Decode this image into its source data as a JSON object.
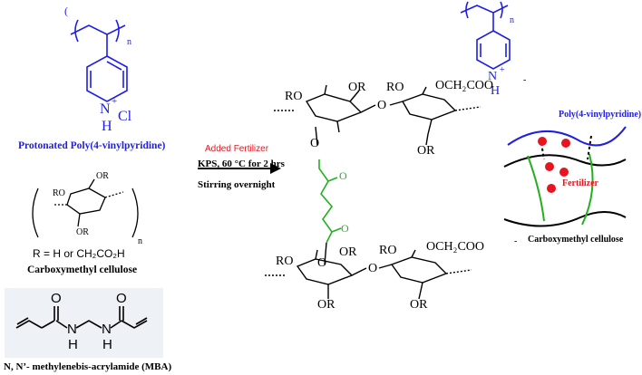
{
  "left": {
    "p4vp_label": "Protonated Poly(4-vinylpyridine)",
    "n_plus": "N",
    "h_atom": "H",
    "cl": "Cl",
    "sub_n": "n",
    "ro_1": "RO",
    "or_1": "OR",
    "or_2": "OR",
    "r_def": "R = H  or  CH₂CO₂H",
    "cmc_label": "Carboxymethyl cellulose",
    "mba_o1": "O",
    "mba_o2": "O",
    "mba_h1": "H",
    "mba_h2": "H",
    "mba_n1": "N",
    "mba_n2": "N",
    "mba_label": "N, N’- methylenebis-acrylamide (MBA)"
  },
  "arrow": {
    "added": "Added Fertilizer",
    "cond1": "KPS, 60 °C for 2 hrs",
    "cond2": "Stirring overnight"
  },
  "center": {
    "top_n": "n",
    "top_nplus": "N",
    "top_h": "H",
    "upper_ro": "RO",
    "upper_or1": "OR",
    "upper_or2": "OR",
    "upper_o": "O",
    "upper_och2coo": "OCH₂COO",
    "lower_ro": "RO",
    "lower_or1": "OR",
    "lower_or2": "OR",
    "lower_o": "O",
    "lower_och2coo": "OCH₂COO",
    "o_link1": "O",
    "o_link2": "O",
    "o_keto1": "O",
    "o_keto2": "O",
    "minus": "-"
  },
  "right": {
    "p4vp_label": "Poly(4-vinylpyridine)",
    "fertilizer": "Fertilizer",
    "cmc_label": "Carboxymethyl cellulose"
  },
  "colors": {
    "blue": "#1e1ee6",
    "red": "#e8141e",
    "green": "#22b01e",
    "black": "#000000"
  }
}
